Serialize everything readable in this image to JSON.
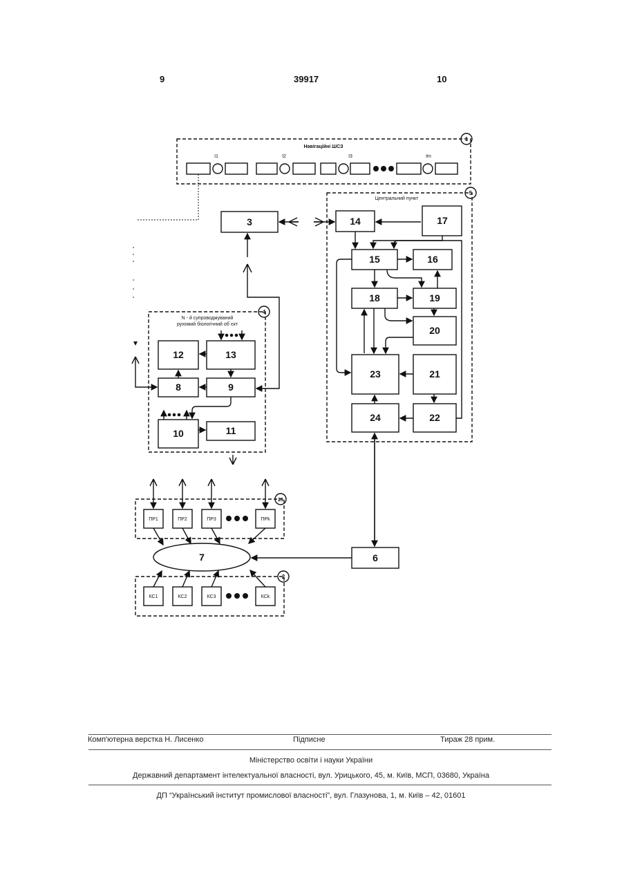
{
  "header": {
    "left_page": "9",
    "patent_number": "39917",
    "right_page": "10"
  },
  "diagram": {
    "group_labels": {
      "navigation": "Навігаційні ШСЗ",
      "central_point": "Центральний пункт",
      "object_line1": "N - й супроводжуваний",
      "object_line2": "рухомий біологічний об`єкт"
    },
    "circled_numbers": [
      "1",
      "5",
      "4",
      "25",
      "2"
    ],
    "satellite_labels": [
      "I1",
      "I2",
      "I3",
      "Im"
    ],
    "block_numbers": [
      "3",
      "14",
      "17",
      "15",
      "16",
      "18",
      "19",
      "20",
      "23",
      "21",
      "24",
      "22",
      "12",
      "13",
      "8",
      "9",
      "10",
      "11",
      "6",
      "7"
    ],
    "receivers": [
      "ПР1",
      "ПР2",
      "ПР3",
      "ПРk"
    ],
    "stations": [
      "КС1",
      "КС2",
      "КС3",
      "КСk"
    ]
  },
  "footer": {
    "layout": "Комп'ютерна верстка Н. Лисенко",
    "signed": "Підписне",
    "print_run": "Тираж 28 прим.",
    "ministry": "Міністерство освіти і науки України",
    "department": "Державний департамент інтелектуальної власності, вул. Урицького, 45, м. Київ, МСП, 03680, Україна",
    "institute": "ДП “Український інститут промислової власності”, вул. Глазунова, 1, м. Київ – 42, 01601"
  }
}
